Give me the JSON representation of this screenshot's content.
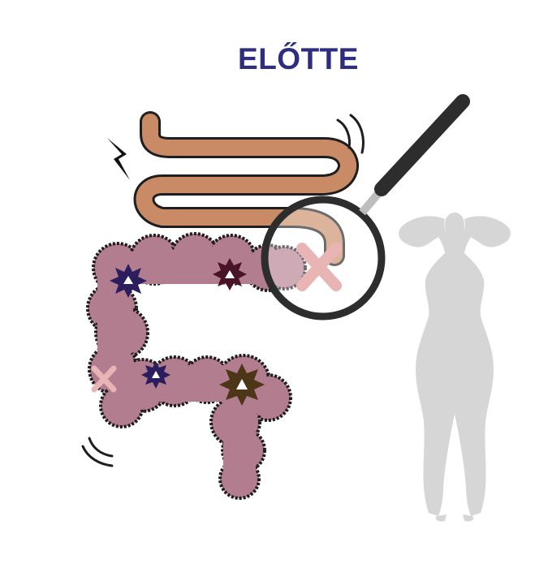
{
  "heading": {
    "text": "ELŐTTE"
  },
  "colors": {
    "heading": "#2e2e80",
    "colon": "#b27d8e",
    "colon_outline": "#1e1e1e",
    "small_intestine": "#c98a66",
    "silhouette": "#d6d6d6",
    "magnifier_handle": "#2d2d2d",
    "bad_bacteria_purple": "#2c1e5e",
    "bad_bacteria_red": "#4a1428",
    "bad_bacteria_brown": "#4d3618",
    "damage_mark": "#e8b4b4",
    "lightning": "#111111"
  },
  "icons": [
    "colon",
    "small-intestine",
    "magnifying-glass",
    "bacteria-icon",
    "damage-x-icon",
    "lightning-icon",
    "person-silhouette",
    "motion-lines-icon"
  ]
}
